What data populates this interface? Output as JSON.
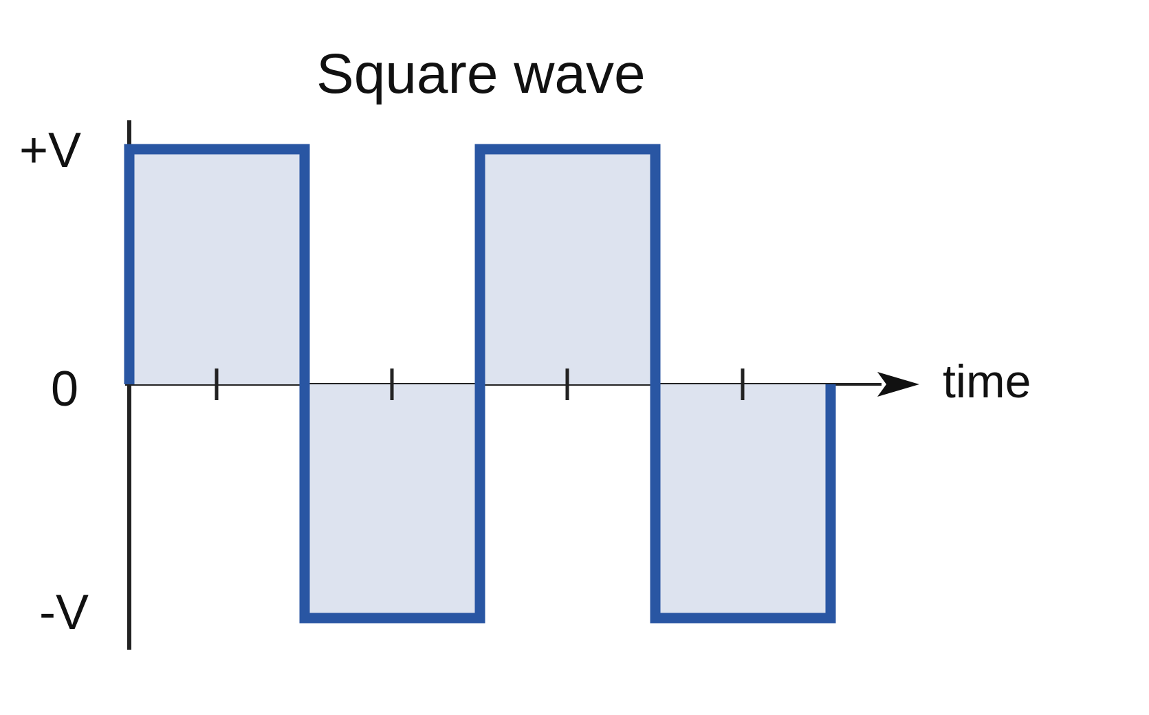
{
  "title": "Square wave",
  "y_axis": {
    "top_label": "+V",
    "middle_label": "0",
    "bottom_label": "-V"
  },
  "x_axis": {
    "label": "time"
  },
  "colors": {
    "wave_stroke": "#2956a3",
    "wave_fill": "#dde3ef",
    "axis": "#222222",
    "text": "#111111"
  },
  "waveform": {
    "levels": [
      "+V",
      "-V",
      "+V",
      "-V"
    ]
  }
}
